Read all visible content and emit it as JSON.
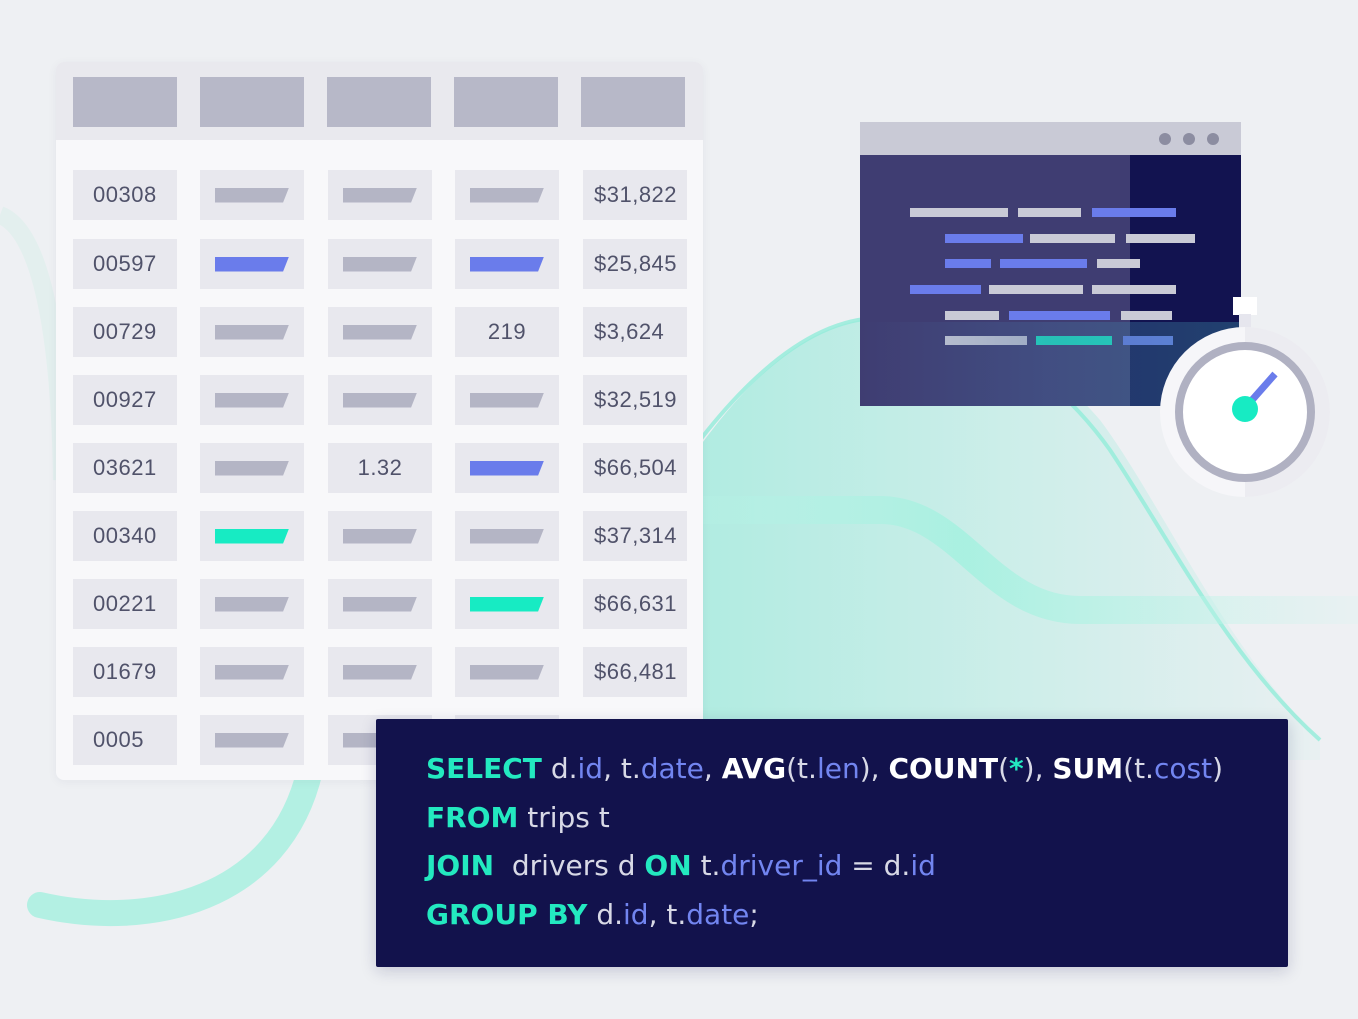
{
  "table": {
    "rows": [
      {
        "id": "00308",
        "c2": {
          "type": "bar",
          "color": "gray"
        },
        "c3": {
          "type": "bar",
          "color": "gray"
        },
        "c4": {
          "type": "bar",
          "color": "gray"
        },
        "amount": "$31,822"
      },
      {
        "id": "00597",
        "c2": {
          "type": "bar",
          "color": "blue"
        },
        "c3": {
          "type": "bar",
          "color": "gray"
        },
        "c4": {
          "type": "bar",
          "color": "blue"
        },
        "amount": "$25,845"
      },
      {
        "id": "00729",
        "c2": {
          "type": "bar",
          "color": "gray"
        },
        "c3": {
          "type": "bar",
          "color": "gray"
        },
        "c4": {
          "type": "text",
          "value": "219"
        },
        "amount": "$3,624"
      },
      {
        "id": "00927",
        "c2": {
          "type": "bar",
          "color": "gray"
        },
        "c3": {
          "type": "bar",
          "color": "gray"
        },
        "c4": {
          "type": "bar",
          "color": "gray"
        },
        "amount": "$32,519"
      },
      {
        "id": "03621",
        "c2": {
          "type": "bar",
          "color": "gray"
        },
        "c3": {
          "type": "text",
          "value": "1.32"
        },
        "c4": {
          "type": "bar",
          "color": "blue"
        },
        "amount": "$66,504"
      },
      {
        "id": "00340",
        "c2": {
          "type": "bar",
          "color": "green"
        },
        "c3": {
          "type": "bar",
          "color": "gray"
        },
        "c4": {
          "type": "bar",
          "color": "gray"
        },
        "amount": "$37,314"
      },
      {
        "id": "00221",
        "c2": {
          "type": "bar",
          "color": "gray"
        },
        "c3": {
          "type": "bar",
          "color": "gray"
        },
        "c4": {
          "type": "bar",
          "color": "green"
        },
        "amount": "$66,631"
      },
      {
        "id": "01679",
        "c2": {
          "type": "bar",
          "color": "gray"
        },
        "c3": {
          "type": "bar",
          "color": "gray"
        },
        "c4": {
          "type": "bar",
          "color": "gray"
        },
        "amount": "$66,481"
      },
      {
        "id": "0005",
        "c2": {
          "type": "bar",
          "color": "gray"
        },
        "c3": {
          "type": "bar",
          "color": "gray"
        },
        "c4": {
          "type": "bar",
          "color": "gray"
        },
        "amount": ""
      }
    ]
  },
  "code_window": {
    "line_colors": [
      [
        "gray",
        "gray",
        "blue"
      ],
      [
        "blue",
        "gray",
        "gray"
      ],
      [
        "blue",
        "blue",
        "gray"
      ],
      [
        "blue",
        "gray",
        "gray"
      ],
      [
        "gray",
        "blue",
        "gray"
      ],
      [
        "gray",
        "green",
        "blue"
      ]
    ]
  },
  "sql": {
    "lines": [
      [
        {
          "t": "SELECT",
          "k": "kw"
        },
        {
          "t": " d.",
          "k": "tx"
        },
        {
          "t": "id",
          "k": "pl"
        },
        {
          "t": ", t.",
          "k": "tx"
        },
        {
          "t": "date",
          "k": "pl"
        },
        {
          "t": ", ",
          "k": "tx"
        },
        {
          "t": "AVG",
          "k": "fn"
        },
        {
          "t": "(t.",
          "k": "tx"
        },
        {
          "t": "len",
          "k": "pl"
        },
        {
          "t": "), ",
          "k": "tx"
        },
        {
          "t": "COUNT",
          "k": "fn"
        },
        {
          "t": "(",
          "k": "tx"
        },
        {
          "t": "*",
          "k": "star"
        },
        {
          "t": "), ",
          "k": "tx"
        },
        {
          "t": "SUM",
          "k": "fn"
        },
        {
          "t": "(t.",
          "k": "tx"
        },
        {
          "t": "cost",
          "k": "pl"
        },
        {
          "t": ")",
          "k": "tx"
        }
      ],
      [
        {
          "t": "FROM",
          "k": "kw"
        },
        {
          "t": " trips t",
          "k": "tx"
        }
      ],
      [
        {
          "t": "JOIN",
          "k": "kw"
        },
        {
          "t": "  drivers d ",
          "k": "tx"
        },
        {
          "t": "ON",
          "k": "kw"
        },
        {
          "t": " t.",
          "k": "tx"
        },
        {
          "t": "driver_id",
          "k": "pl"
        },
        {
          "t": " = d.",
          "k": "tx"
        },
        {
          "t": "id",
          "k": "pl"
        }
      ],
      [
        {
          "t": "GROUP BY",
          "k": "kw"
        },
        {
          "t": " d.",
          "k": "tx"
        },
        {
          "t": "id",
          "k": "pl"
        },
        {
          "t": ", t.",
          "k": "tx"
        },
        {
          "t": "date",
          "k": "pl"
        },
        {
          "t": ";",
          "k": "tx"
        }
      ]
    ]
  },
  "colors": {
    "accent_green": "#17ebc3",
    "accent_blue": "#6a7ceb",
    "navy": "#12124c",
    "bar_gray": "#b4b5c5"
  },
  "icons": {
    "stopwatch": "stopwatch-icon",
    "window_dots": "window-dots-icon"
  }
}
